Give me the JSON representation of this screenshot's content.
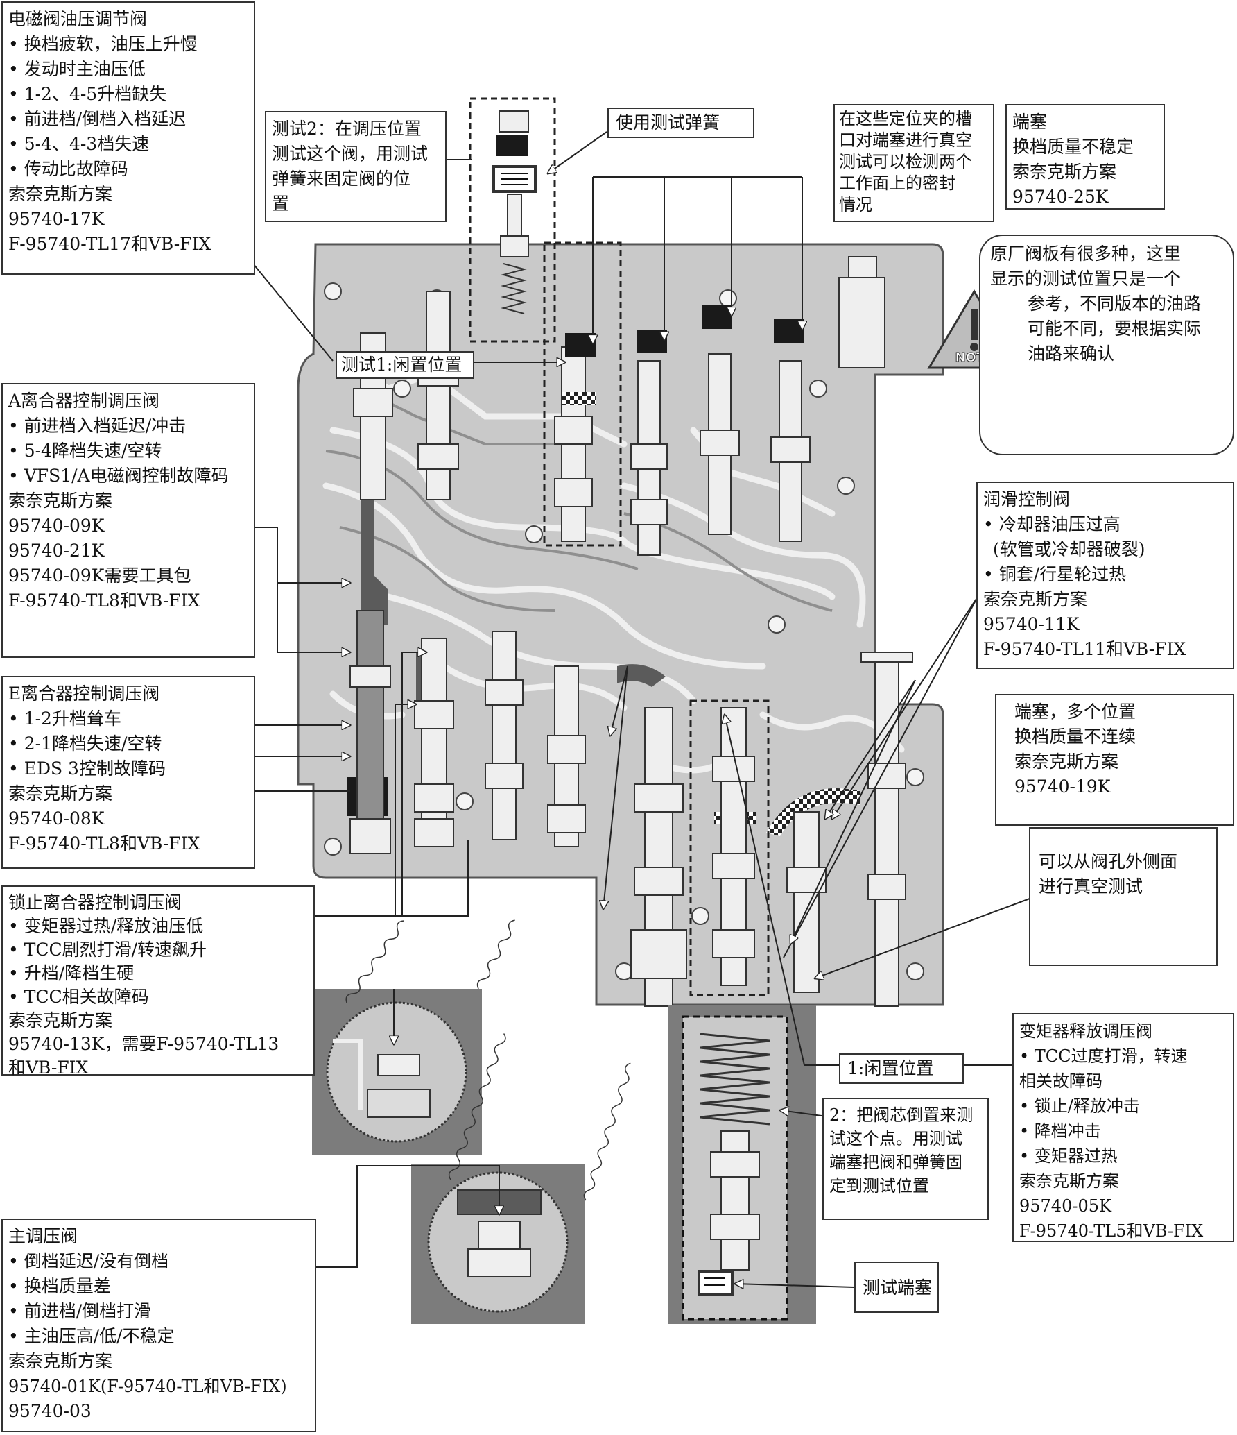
{
  "colors": {
    "plate": "#c9c9c9",
    "plate_dark": "#8f8f8f",
    "passage": "#e6e6e6",
    "valve": "#efefef",
    "black": "#1a1a1a",
    "inset_bg": "#7c7c7c"
  },
  "boxes": {
    "solenoid": {
      "title": "电磁阀油压调节阀",
      "lines": [
        "• 换档疲软，油压上升慢",
        "• 发动时主油压低",
        "• 1-2、4-5升档缺失",
        "• 前进档/倒档入档延迟",
        "• 5-4、4-3档失速",
        "• 传动比故障码",
        "索奈克斯方案",
        "95740-17K",
        "F-95740-TL17和VB-FIX"
      ]
    },
    "test2": {
      "lines": [
        "测试2：在调压位置",
        "测试这个阀，用测试",
        "弹簧来固定阀的位",
        "置"
      ]
    },
    "test_spring": {
      "label": "使用测试弹簧"
    },
    "vacuum_slots": {
      "lines": [
        "在这些定位夹的槽",
        "口对端塞进行真空",
        "测试可以检测两个",
        "工作面上的密封",
        "情况"
      ]
    },
    "end_plug": {
      "lines": [
        "端塞",
        "换档质量不稳定",
        "索奈克斯方案",
        "95740-25K"
      ]
    },
    "note": {
      "lines": [
        "原厂阀板有很多种，这里",
        "显示的测试位置只是一个",
        "参考，不同版本的油路",
        "可能不同，要根据实际",
        "油路来确认"
      ],
      "icon_text": "NOTE"
    },
    "test1": {
      "label": "测试1:闲置位置"
    },
    "a_clutch": {
      "title": "A离合器控制调压阀",
      "lines": [
        "• 前进档入档延迟/冲击",
        "• 5-4降档失速/空转",
        "• VFS1/A电磁阀控制故障码",
        "索奈克斯方案",
        "95740-09K",
        "95740-21K",
        "95740-09K需要工具包",
        "F-95740-TL8和VB-FIX"
      ]
    },
    "lube": {
      "title": "润滑控制阀",
      "lines": [
        "• 冷却器油压过高",
        "(软管或冷却器破裂)",
        "• 铜套/行星轮过热",
        "索奈克斯方案",
        "95740-11K",
        "F-95740-TL11和VB-FIX"
      ]
    },
    "e_clutch": {
      "title": "E离合器控制调压阀",
      "lines": [
        "• 1-2升档耸车",
        "• 2-1降档失速/空转",
        "• EDS 3控制故障码",
        "索奈克斯方案",
        "95740-08K",
        "F-95740-TL8和VB-FIX"
      ]
    },
    "end_plug_multi": {
      "lines": [
        "端塞，多个位置",
        "换档质量不连续",
        "索奈克斯方案",
        "95740-19K"
      ]
    },
    "outside_vacuum": {
      "lines": [
        "可以从阀孔外侧面",
        "进行真空测试"
      ]
    },
    "lockup": {
      "title": "锁止离合器控制调压阀",
      "lines": [
        "• 变矩器过热/释放油压低",
        "• TCC剧烈打滑/转速飙升",
        "• 升档/降档生硬",
        "• TCC相关故障码",
        "索奈克斯方案",
        "95740-13K，需要F-95740-TL13",
        "和VB-FIX"
      ]
    },
    "idle1": {
      "label": "1:闲置位置"
    },
    "converter": {
      "title": "变矩器释放调压阀",
      "lines": [
        "• TCC过度打滑，转速",
        "相关故障码",
        "• 锁止/释放冲击",
        "• 降档冲击",
        "• 变矩器过热",
        "索奈克斯方案",
        "95740-05K",
        "F-95740-TL5和VB-FIX"
      ]
    },
    "invert": {
      "lines": [
        "2：把阀芯倒置来测",
        "试这个点。用测试",
        "端塞把阀和弹簧固",
        "定到测试位置"
      ]
    },
    "test_plug": {
      "label": "测试端塞"
    },
    "main": {
      "title": "主调压阀",
      "lines": [
        "• 倒档延迟/没有倒档",
        "• 换档质量差",
        "• 前进档/倒档打滑",
        "• 主油压高/低/不稳定",
        "索奈克斯方案",
        "95740-01K(F-95740-TL和VB-FIX)",
        "95740-03"
      ]
    }
  }
}
